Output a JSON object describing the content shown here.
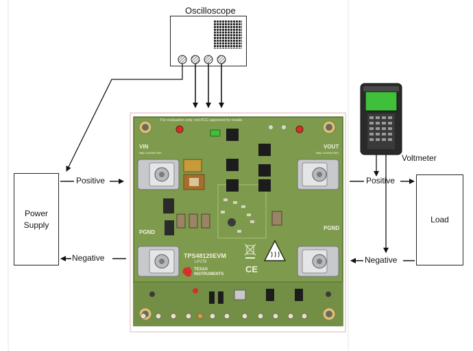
{
  "oscilloscope": {
    "label": "Oscilloscope"
  },
  "voltmeter": {
    "label": "Voltmeter"
  },
  "power_supply": {
    "line1": "Power",
    "line2": "Supply"
  },
  "load": {
    "label": "Load"
  },
  "connections": {
    "supply_positive": "Positive",
    "supply_negative": "Negative",
    "load_positive": "Positive",
    "load_negative": "Negative"
  },
  "board": {
    "top_note": "For evaluation only; not FCC approved for resale.",
    "vin_label": "VIN",
    "vout_label": "VOUT",
    "pgnd_left": "PGND",
    "pgnd_right": "PGND",
    "max_current_left": "Max current 40A",
    "max_current_right": "Max current 40A",
    "model": "TPS48120EVM",
    "revision": "LP178",
    "brand_line1": "TEXAS",
    "brand_line2": "INSTRUMENTS",
    "ce_mark": "CE"
  },
  "colors": {
    "pcb_green": "#7e9a4c",
    "pcb_dark": "#5f7a35",
    "terminal_gray": "#c7c9cc",
    "voltmeter_body": "#2a2a2a",
    "voltmeter_screen": "#3fbf3a",
    "accent_red": "#d0302a"
  }
}
